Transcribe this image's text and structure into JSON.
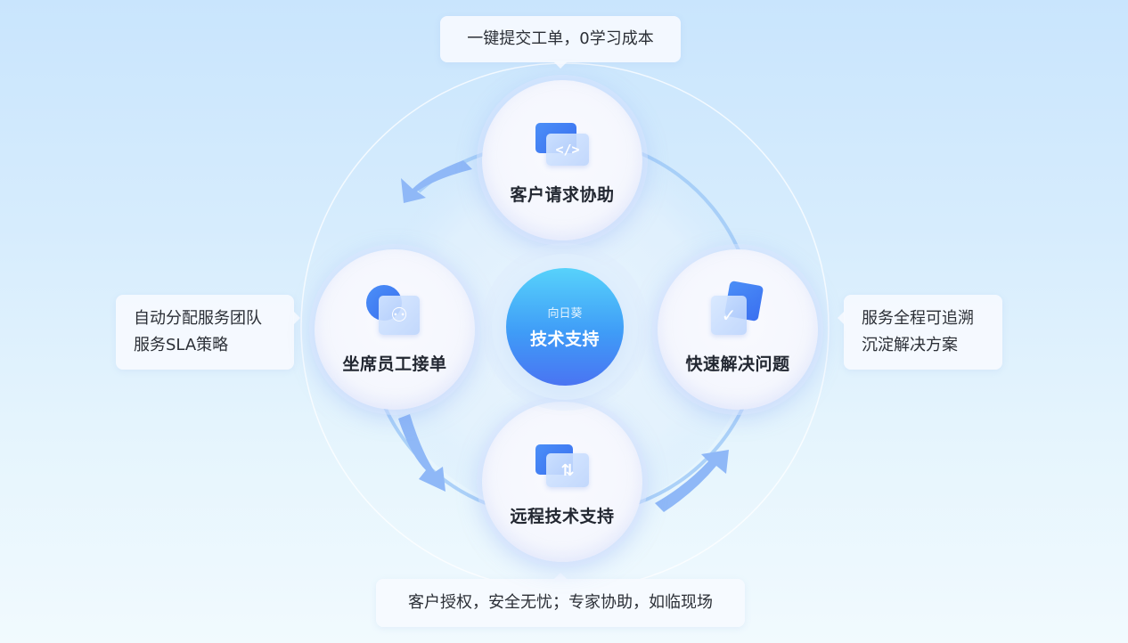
{
  "hub": {
    "subtitle": "向日葵",
    "title": "技术支持"
  },
  "nodes": [
    {
      "id": "top",
      "label": "客户请求协助",
      "icon": "code-window-icon"
    },
    {
      "id": "left",
      "label": "坐席员工接单",
      "icon": "team-users-icon"
    },
    {
      "id": "right",
      "label": "快速解决问题",
      "icon": "check-badge-icon"
    },
    {
      "id": "bottom",
      "label": "远程技术支持",
      "icon": "remote-connection-icon"
    }
  ],
  "callouts": {
    "top": {
      "lines": [
        "一键提交工单，0学习成本"
      ]
    },
    "left": {
      "lines": [
        "自动分配服务团队",
        "服务SLA策略"
      ]
    },
    "right": {
      "lines": [
        "服务全程可追溯",
        "沉淀解决方案"
      ]
    },
    "bottom": {
      "lines": [
        "客户授权，安全无忧；专家协助，如临现场"
      ]
    }
  },
  "icon_glyphs": {
    "code": "</>",
    "users": "⚇",
    "check": "✓",
    "remote": "⇅"
  },
  "colors": {
    "accent": "#3f8cf6",
    "hub_top": "#57d2fb",
    "hub_bottom": "#4a74f2",
    "arrow": "#8fb8f7",
    "text": "#222731",
    "background_top": "#c9e5fd",
    "background_bottom": "#f1fafe"
  }
}
